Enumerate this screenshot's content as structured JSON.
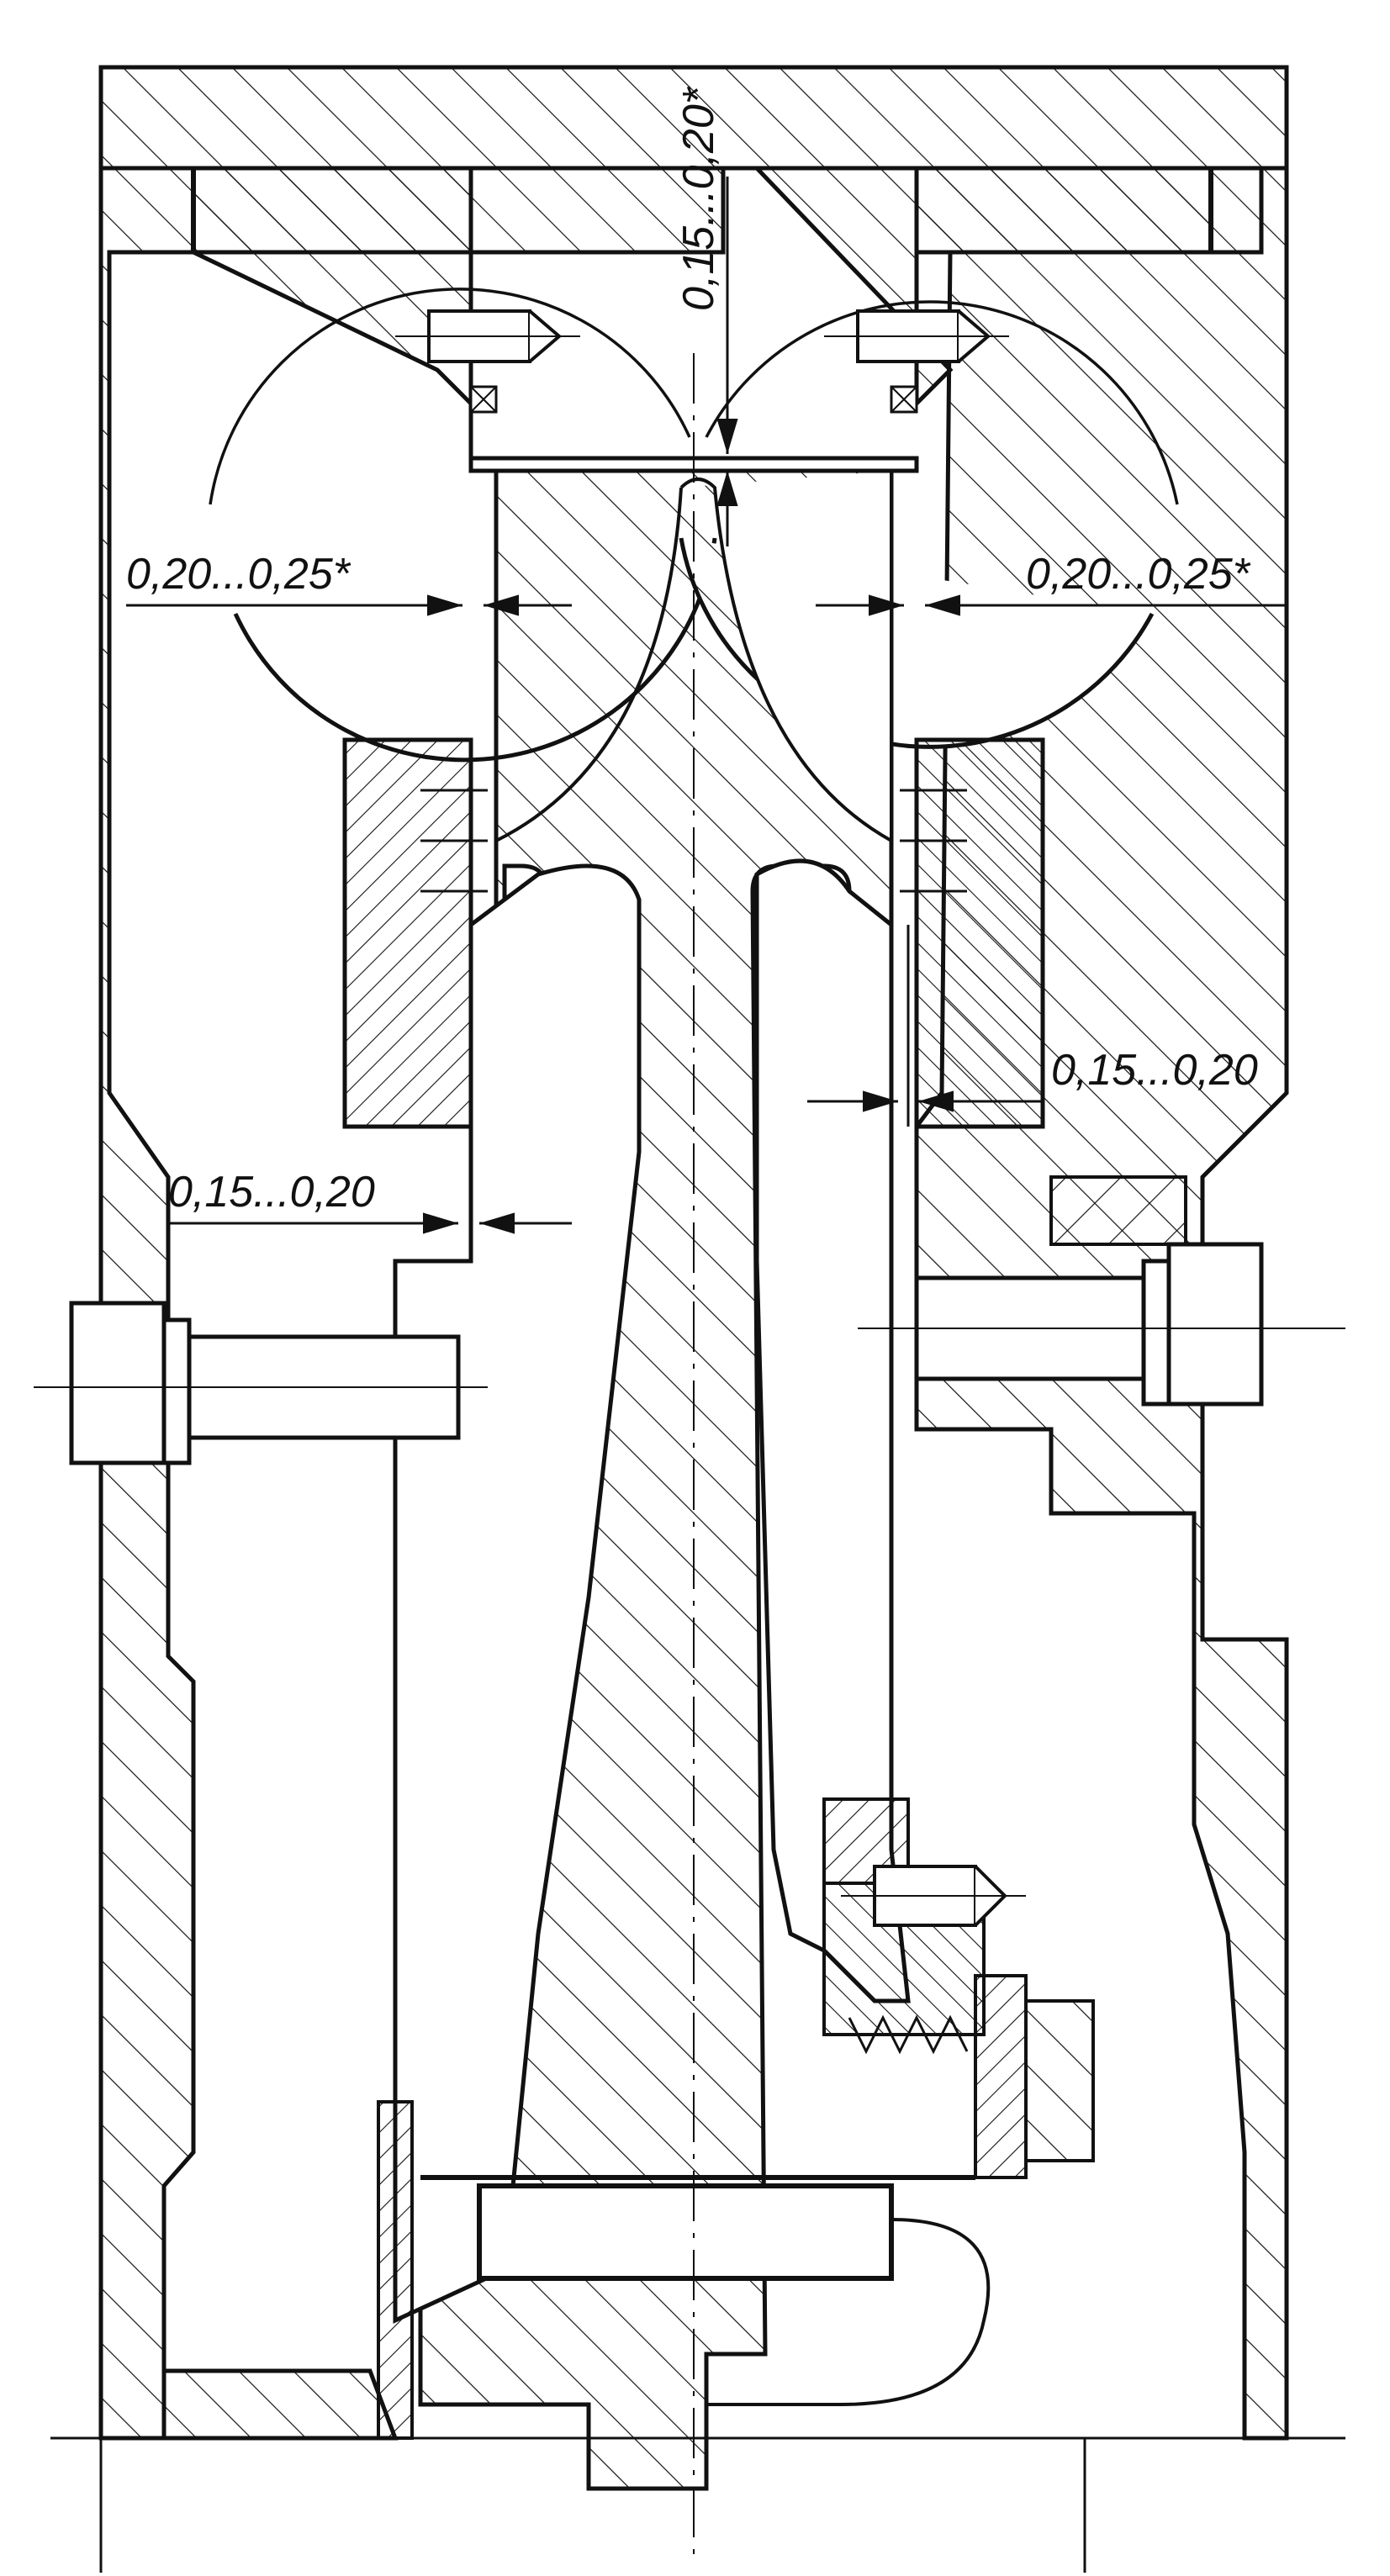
{
  "drawing": {
    "colors": {
      "ink": "#111111",
      "paper": "#ffffff"
    },
    "dimensions": {
      "top_gap": "0,15...0,20*",
      "left_side_gap": "0,20...0,25*",
      "right_side_gap": "0,20...0,25*",
      "right_lower_gap": "0,15...0,20",
      "left_lower_gap": "0,15...0,20"
    }
  }
}
